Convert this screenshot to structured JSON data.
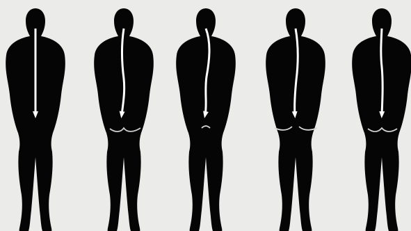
{
  "figure": {
    "background": "#ebebe9",
    "silhouette_color": "#050505",
    "spine_line_color": "#ffffff",
    "figures": [
      {
        "name": "posture-normal",
        "spine_shape": "straight"
      },
      {
        "name": "posture-right-shift",
        "spine_shape": "right-curve"
      },
      {
        "name": "posture-s-curve",
        "spine_shape": "s-curve"
      },
      {
        "name": "posture-left-curve",
        "spine_shape": "left-curve"
      },
      {
        "name": "posture-right-curve",
        "spine_shape": "right-upper-curve"
      }
    ]
  }
}
